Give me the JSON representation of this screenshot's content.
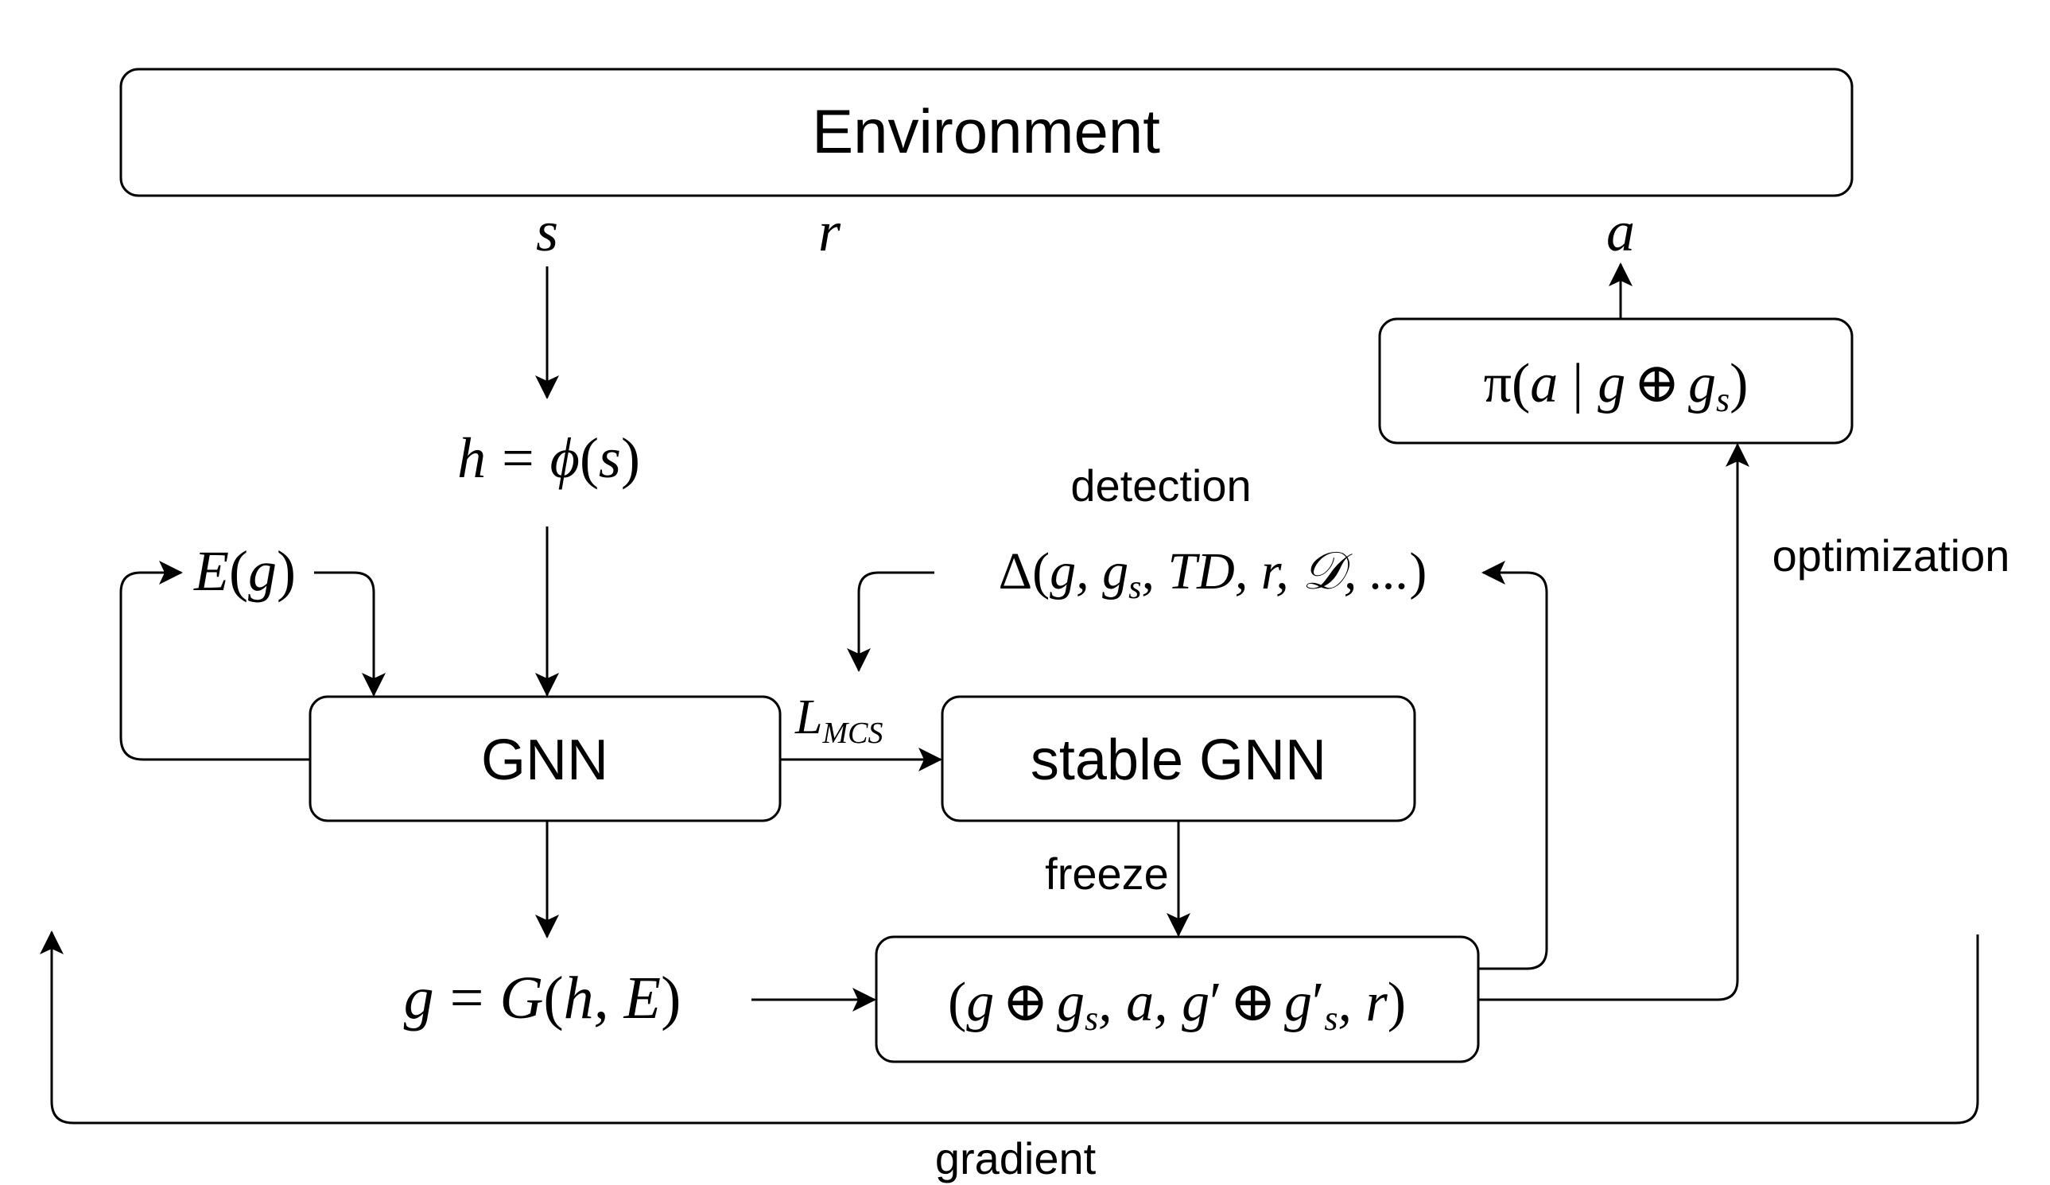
{
  "nodes": {
    "environment": "Environment",
    "gnn": "GNN",
    "stable_gnn": "stable GNN"
  },
  "signals": {
    "state": "s",
    "reward": "r",
    "action": "a"
  },
  "math": {
    "encoder": {
      "h": "h",
      "eq": "=",
      "phi": "ϕ",
      "lp": "(",
      "s": "s",
      "rp": ")"
    },
    "edges": {
      "E": "E",
      "lp": "(",
      "g": "g",
      "rp": ")"
    },
    "graph": {
      "g": "g",
      "eq": "=",
      "G": "G",
      "lp": "(",
      "args": "h, E",
      "rp": ")"
    },
    "policy": {
      "pi": "π",
      "lp": "(",
      "a": "a",
      "bar": "|",
      "g": "g",
      "oplus": "⊕",
      "gs": "g",
      "sub_s": "s",
      "rp": ")"
    },
    "transition": {
      "lp": "(",
      "g": "g",
      "oplus": "⊕",
      "gs": "g",
      "sub_s": "s",
      "comma_a": ", a, g",
      "prime": "′",
      "oplus2": "⊕",
      "gs2": "g",
      "prime2": "′",
      "sub_s2": "s",
      "comma_r": ", r",
      "rp": ")"
    },
    "detection_fn": {
      "delta": "Δ",
      "lp": "(",
      "args": "g, g",
      "sub_s": "s",
      "rest": ", TD, r, 𝒟, ...",
      "rp": ")"
    },
    "loss": {
      "L": "L",
      "sub": "MCS"
    }
  },
  "labels": {
    "detection": "detection",
    "freeze": "freeze",
    "optimization": "optimization",
    "gradient": "gradient"
  }
}
